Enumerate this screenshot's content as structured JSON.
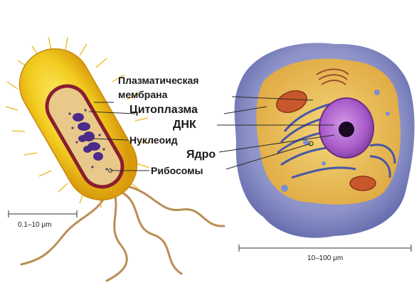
{
  "labels": {
    "plasma_membrane": "Плазматическая\nмембрана",
    "plasma_membrane_line1": "Плазматическая",
    "plasma_membrane_line2": "мембрана",
    "cytoplasm": "Цитоплазма",
    "dna": "ДНК",
    "nucleoid": "Нуклеоид",
    "nucleus": "Ядро",
    "ribosomes": "Рибосомы"
  },
  "scale_bars": {
    "prokaryote": "0.1–10 μm",
    "eukaryote": "10–100 μm"
  },
  "colors": {
    "bacterium_capsule": "#f2cc1f",
    "bacterium_membrane": "#8a1e2e",
    "bacterium_cytoplasm": "#e8c98a",
    "nucleoid": "#4b2a8a",
    "flagellum": "#c9a36b",
    "cell_outer": "#8d93c8",
    "cell_cytoplasm": "#f0c55a",
    "nucleus": "#a75ac9",
    "nucleolus": "#1b0a24",
    "mitochondria": "#c8572b",
    "er": "#4757a8"
  }
}
